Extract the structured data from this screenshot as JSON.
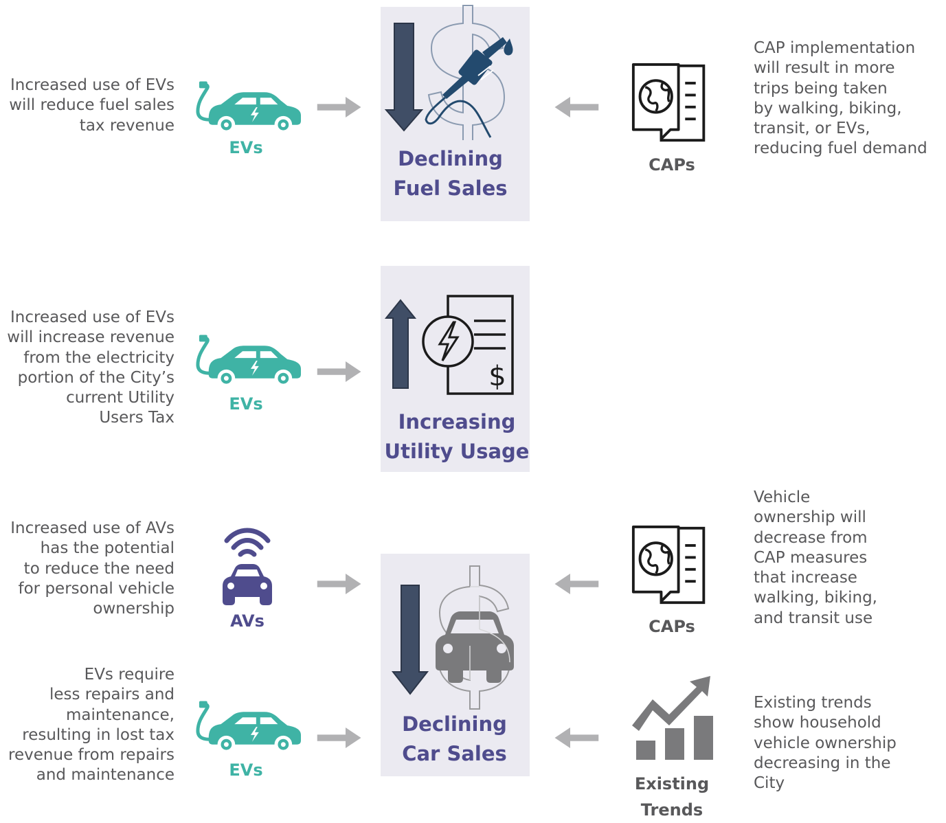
{
  "colors": {
    "ev_teal": "#3fb3a5",
    "av_purple": "#4f4c8d",
    "arrow_gray": "#b1b1b3",
    "trend_dark": "#404e66",
    "box_bg": "#ebeaf1",
    "text_gray": "#58585a"
  },
  "rows": [
    {
      "left": {
        "text": "Increased use of EVs\nwill reduce fuel sales\ntax revenue",
        "icon": "ev-car-icon",
        "label": "EVs"
      },
      "center": {
        "title": "Declining\nFuel Sales",
        "trend": "down",
        "icon": "fuel-pump-dollar-icon"
      },
      "right": {
        "icon": "document-globe-icon",
        "label": "CAPs",
        "text": "CAP implementation\nwill result in more\ntrips being taken\nby walking, biking,\ntransit, or EVs,\nreducing fuel demand"
      }
    },
    {
      "left": {
        "text": "Increased use of EVs\nwill increase revenue\nfrom the electricity\nportion of the City’s\ncurrent Utility\nUsers Tax",
        "icon": "ev-car-icon",
        "label": "EVs"
      },
      "center": {
        "title": "Increasing\nUtility Usage",
        "trend": "up",
        "icon": "utility-bill-icon"
      }
    },
    {
      "left_top": {
        "text": "Increased use of AVs\nhas the potential\nto reduce the need\nfor personal vehicle\nownership",
        "icon": "autonomous-car-icon",
        "label": "AVs"
      },
      "left_bottom": {
        "text": "EVs require\nless repairs and\nmaintenance,\nresulting in lost tax\nrevenue from repairs\nand maintenance",
        "icon": "ev-car-icon",
        "label": "EVs"
      },
      "center": {
        "title": "Declining\nCar Sales",
        "trend": "down",
        "icon": "car-dollar-icon"
      },
      "right_top": {
        "icon": "document-globe-icon",
        "label": "CAPs",
        "text": "Vehicle\nownership will\ndecrease from\nCAP measures\nthat increase\nwalking, biking,\nand transit use"
      },
      "right_bottom": {
        "icon": "trend-chart-icon",
        "label": "Existing\nTrends",
        "text": "Existing trends\nshow household\nvehicle ownership\ndecreasing in the\nCity"
      }
    }
  ]
}
